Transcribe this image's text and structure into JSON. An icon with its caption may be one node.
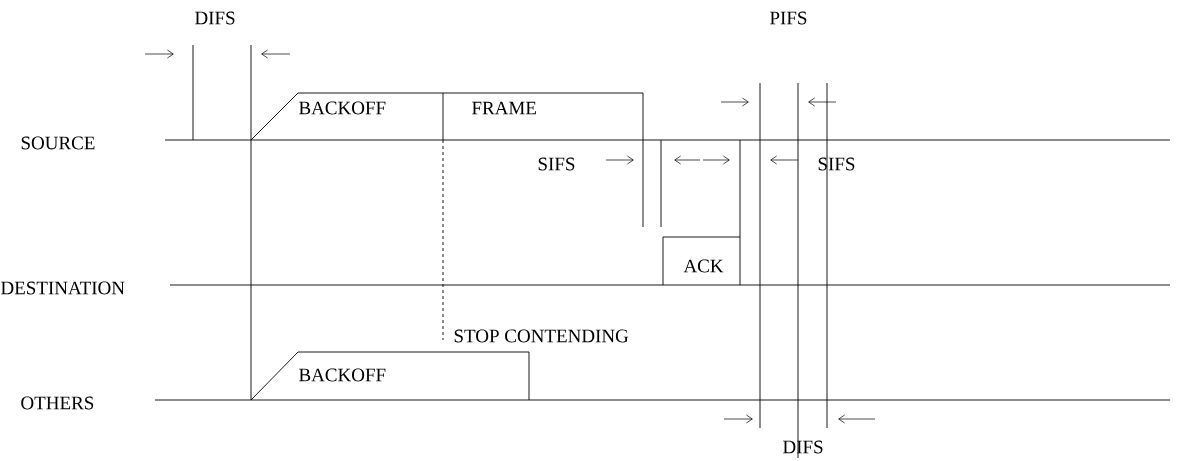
{
  "diagram": {
    "nodes": [
      {
        "text": [
          "BACKOFF"
        ]
      },
      {
        "text": [
          "FRAME"
        ]
      },
      {
        "text": [
          "ACK"
        ]
      },
      {
        "text": [
          "BACKOFF"
        ]
      }
    ],
    "labels": [
      "DIFS",
      "PIFS",
      "SOURCE",
      "SIFS",
      "SIFS",
      "DESTINATION",
      "STOP CONTENDING",
      "OTHERS",
      "DIFS"
    ]
  }
}
